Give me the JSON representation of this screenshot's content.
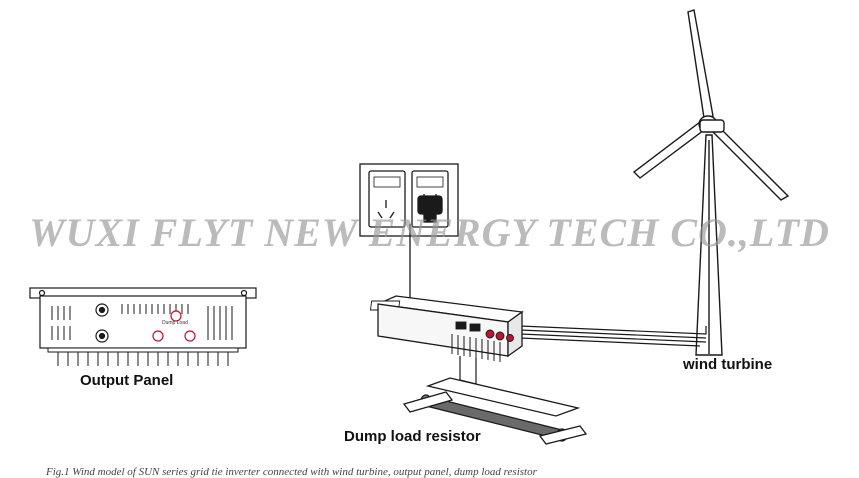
{
  "labels": {
    "wind_turbine": "wind turbine",
    "output_panel": "Output Panel",
    "dump_load_resistor": "Dump load resistor",
    "panel_dump_load": "Dump Load"
  },
  "watermark": "WUXI FLYT NEW ENERGY TECH CO.,LTD",
  "caption": "Fig.1 Wind model of SUN series grid tie inverter connected with wind turbine, output panel, dump load resistor",
  "colors": {
    "line": "#1a1a1a",
    "watermark": "#969696",
    "terminal_red": "#c0142e"
  }
}
